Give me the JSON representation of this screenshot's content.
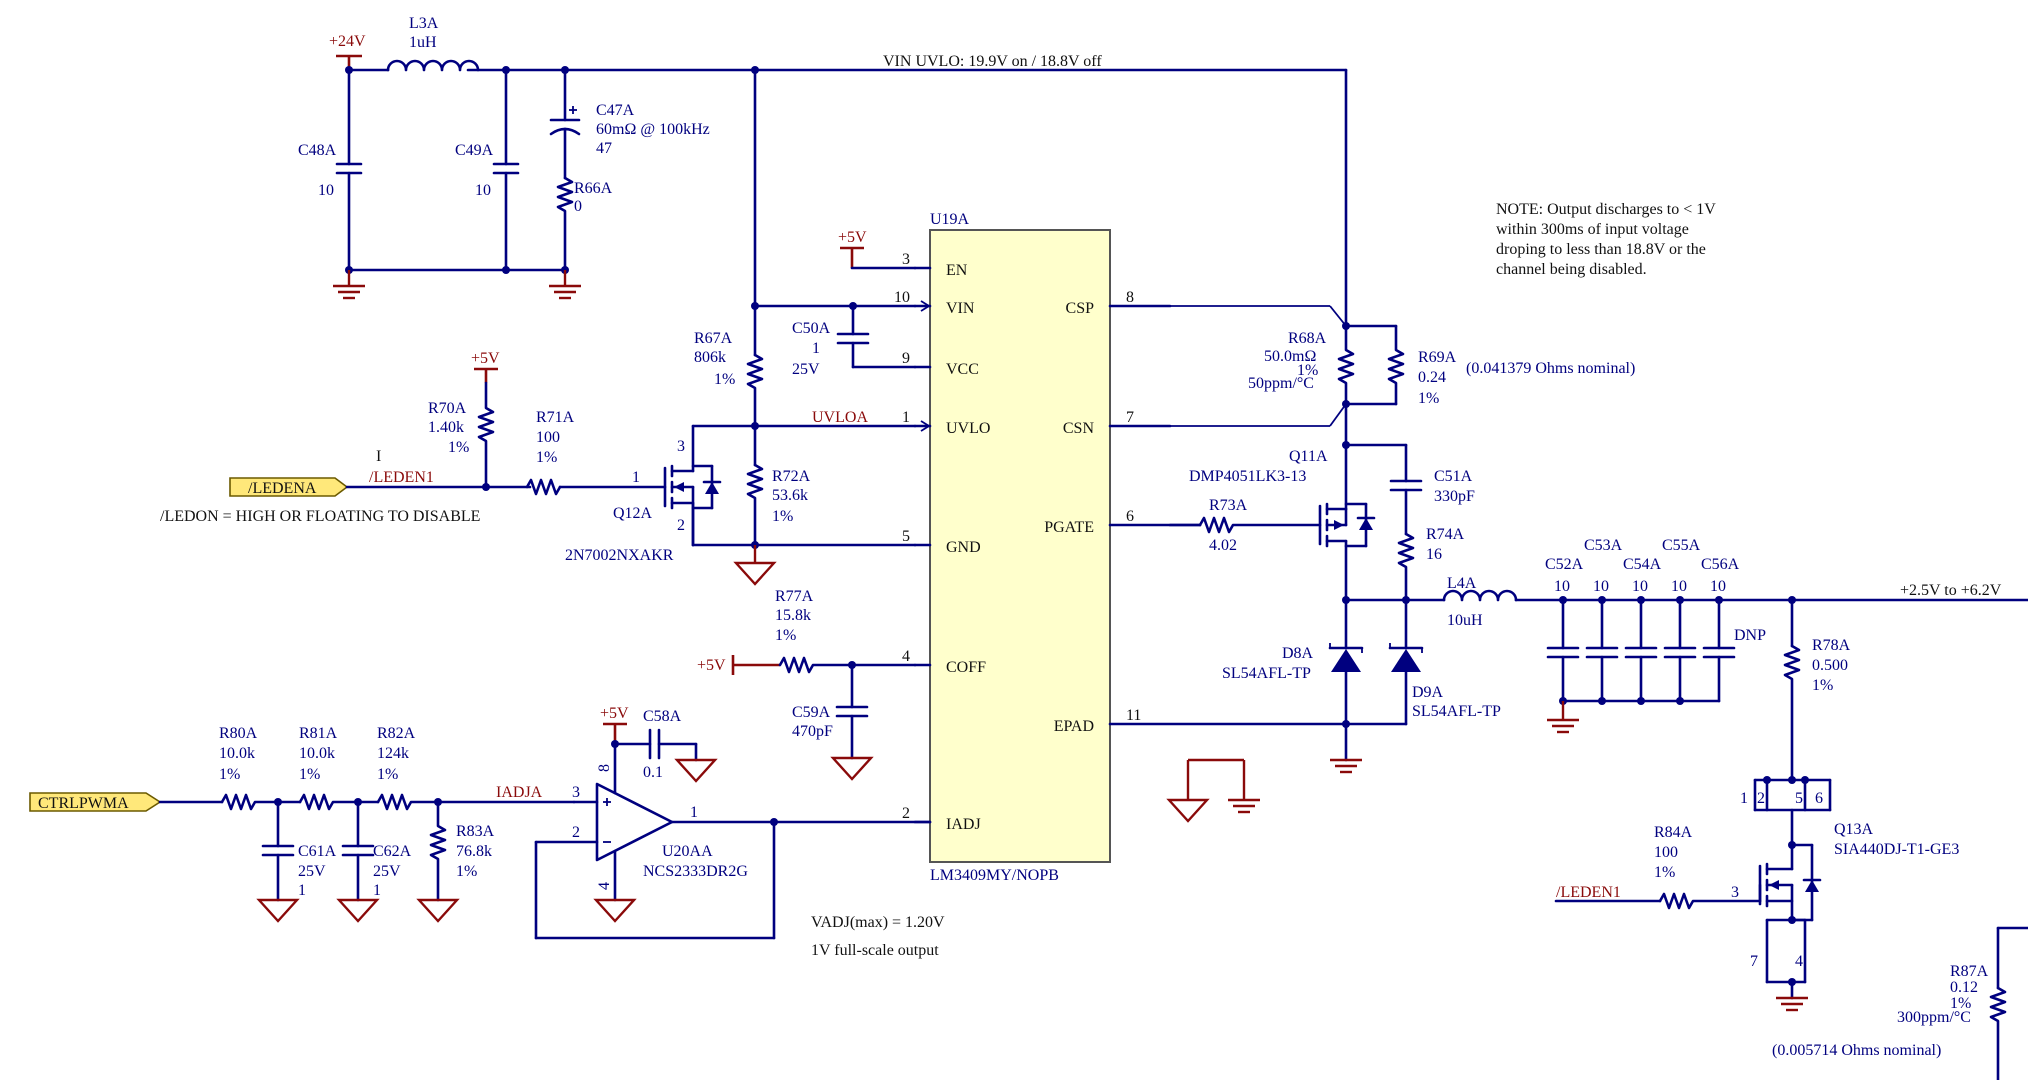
{
  "power": {
    "p24v": "+24V",
    "p5v": "+5V"
  },
  "net": {
    "uvlo_note": "VIN UVLO: 19.9V on / 18.8V off",
    "uvloa": "UVLOA",
    "iadja": "IADJA",
    "leden1": "/LEDEN1",
    "output": "+2.5V to +6.2V"
  },
  "ports": {
    "ledena": "/LEDENA",
    "ctrlpwma": "CTRLPWMA"
  },
  "notes": {
    "discharge": [
      "NOTE: Output discharges to < 1V",
      "within 300ms of input voltage",
      "droping to less than 18.8V or the",
      "channel being disabled."
    ],
    "ledon": "/LEDON = HIGH OR FLOATING TO DISABLE",
    "vadj": "VADJ(max) = 1.20V",
    "fullscale": "1V full-scale output"
  },
  "ic": {
    "ref": "U19A",
    "part": "LM3409MY/NOPB",
    "pins_left": [
      {
        "name": "EN",
        "num": "3"
      },
      {
        "name": "VIN",
        "num": "10"
      },
      {
        "name": "VCC",
        "num": "9"
      },
      {
        "name": "UVLO",
        "num": "1"
      },
      {
        "name": "GND",
        "num": "5"
      },
      {
        "name": "COFF",
        "num": "4"
      },
      {
        "name": "IADJ",
        "num": "2"
      }
    ],
    "pins_right": [
      {
        "name": "CSP",
        "num": "8"
      },
      {
        "name": "CSN",
        "num": "7"
      },
      {
        "name": "PGATE",
        "num": "6"
      },
      {
        "name": "EPAD",
        "num": "11"
      }
    ]
  },
  "components": {
    "l3a": {
      "ref": "L3A",
      "val": "1uH"
    },
    "c48a": {
      "ref": "C48A",
      "val": "10"
    },
    "c49a": {
      "ref": "C49A",
      "val": "10"
    },
    "c47a": {
      "ref": "C47A",
      "esr": "60mΩ @ 100kHz",
      "val": "47"
    },
    "r66a": {
      "ref": "R66A",
      "val": "0"
    },
    "r67a": {
      "ref": "R67A",
      "val": "806k",
      "tol": "1%"
    },
    "c50a": {
      "ref": "C50A",
      "val": "1",
      "volt": "25V"
    },
    "r72a": {
      "ref": "R72A",
      "val": "53.6k",
      "tol": "1%"
    },
    "r70a": {
      "ref": "R70A",
      "val": "1.40k",
      "tol": "1%"
    },
    "r71a": {
      "ref": "R71A",
      "val": "100",
      "tol": "1%"
    },
    "q12a": {
      "ref": "Q12A",
      "part": "2N7002NXAKR",
      "p1": "1",
      "p2": "2",
      "p3": "3"
    },
    "r77a": {
      "ref": "R77A",
      "val": "15.8k",
      "tol": "1%"
    },
    "c59a": {
      "ref": "C59A",
      "val": "470pF"
    },
    "r80a": {
      "ref": "R80A",
      "val": "10.0k",
      "tol": "1%"
    },
    "r81a": {
      "ref": "R81A",
      "val": "10.0k",
      "tol": "1%"
    },
    "r82a": {
      "ref": "R82A",
      "val": "124k",
      "tol": "1%"
    },
    "r83a": {
      "ref": "R83A",
      "val": "76.8k",
      "tol": "1%"
    },
    "c61a": {
      "ref": "C61A",
      "volt": "25V",
      "val": "1"
    },
    "c62a": {
      "ref": "C62A",
      "volt": "25V",
      "val": "1"
    },
    "c58a": {
      "ref": "C58A",
      "val": "0.1"
    },
    "u20aa": {
      "ref": "U20AA",
      "part": "NCS2333DR2G",
      "p1": "1",
      "p2": "2",
      "p3": "3",
      "p4": "4",
      "p8": "8"
    },
    "r68a": {
      "ref": "R68A",
      "val": "50.0mΩ",
      "tol": "1%",
      "tc": "50ppm/°C"
    },
    "r69a": {
      "ref": "R69A",
      "val": "0.24",
      "tol": "1%",
      "nominal": "(0.041379 Ohms nominal)"
    },
    "q11a": {
      "ref": "Q11A",
      "part": "DMP4051LK3-13"
    },
    "r73a": {
      "ref": "R73A",
      "val": "4.02"
    },
    "c51a": {
      "ref": "C51A",
      "val": "330pF"
    },
    "r74a": {
      "ref": "R74A",
      "val": "16"
    },
    "d8a": {
      "ref": "D8A",
      "part": "SL54AFL-TP"
    },
    "d9a": {
      "ref": "D9A",
      "part": "SL54AFL-TP"
    },
    "l4a": {
      "ref": "L4A",
      "val": "10uH"
    },
    "c52a": {
      "ref": "C52A",
      "val": "10"
    },
    "c53a": {
      "ref": "C53A",
      "val": "10"
    },
    "c54a": {
      "ref": "C54A",
      "val": "10"
    },
    "c55a": {
      "ref": "C55A",
      "val": "10"
    },
    "c56a": {
      "ref": "C56A",
      "val": "10"
    },
    "dnp": "DNP",
    "r78a": {
      "ref": "R78A",
      "val": "0.500",
      "tol": "1%"
    },
    "q13a": {
      "ref": "Q13A",
      "part": "SIA440DJ-T1-GE3",
      "p1": "1",
      "p2": "2",
      "p3": "3",
      "p4": "4",
      "p5": "5",
      "p6": "6",
      "p7": "7"
    },
    "r84a": {
      "ref": "R84A",
      "val": "100",
      "tol": "1%"
    },
    "r87a": {
      "ref": "R87A",
      "val": "0.12",
      "tol": "1%",
      "tc": "300ppm/°C",
      "nominal": "(0.005714 Ohms nominal)"
    }
  }
}
